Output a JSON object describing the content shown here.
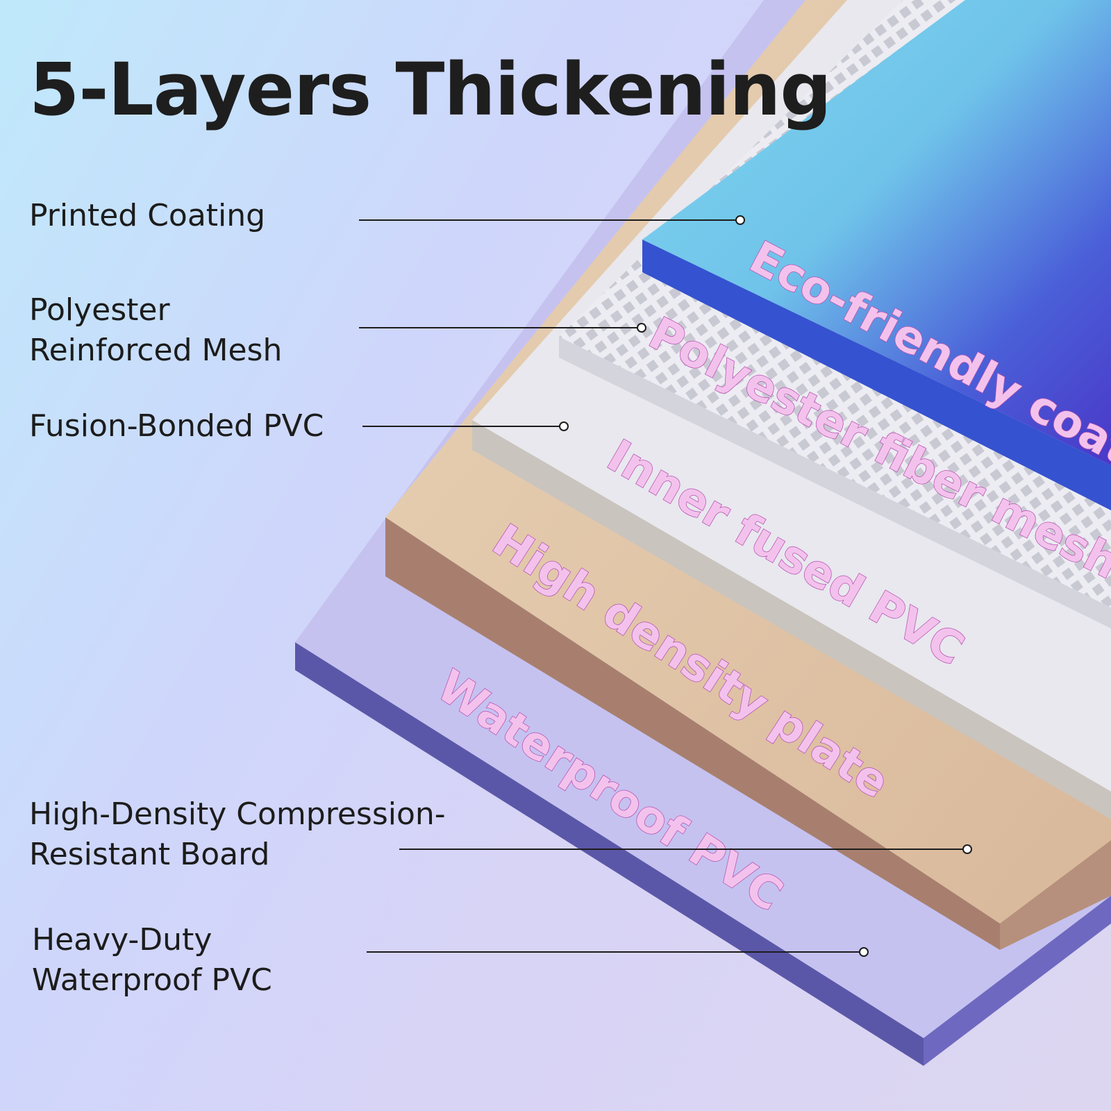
{
  "title": "5-Layers Thickening",
  "labels": [
    {
      "lines": [
        "Printed Coating"
      ]
    },
    {
      "lines": [
        "Polyester",
        "Reinforced Mesh"
      ]
    },
    {
      "lines": [
        "Fusion-Bonded PVC"
      ]
    },
    {
      "lines": [
        "High-Density Compression-",
        "Resistant Board"
      ]
    },
    {
      "lines": [
        "Heavy-Duty",
        "Waterproof PVC"
      ]
    }
  ],
  "layer_texts": [
    "Eco-friendly coating",
    "Polyester fiber mesh",
    "Inner fused PVC",
    "High density plate",
    "Waterproof PVC"
  ],
  "colors": {
    "coating": "#3f52d6",
    "mesh": "#e6e6ec",
    "fused_pvc": "#e4e4ea",
    "density_plate": "#d8b896",
    "waterproof": "#a9a6e6"
  }
}
